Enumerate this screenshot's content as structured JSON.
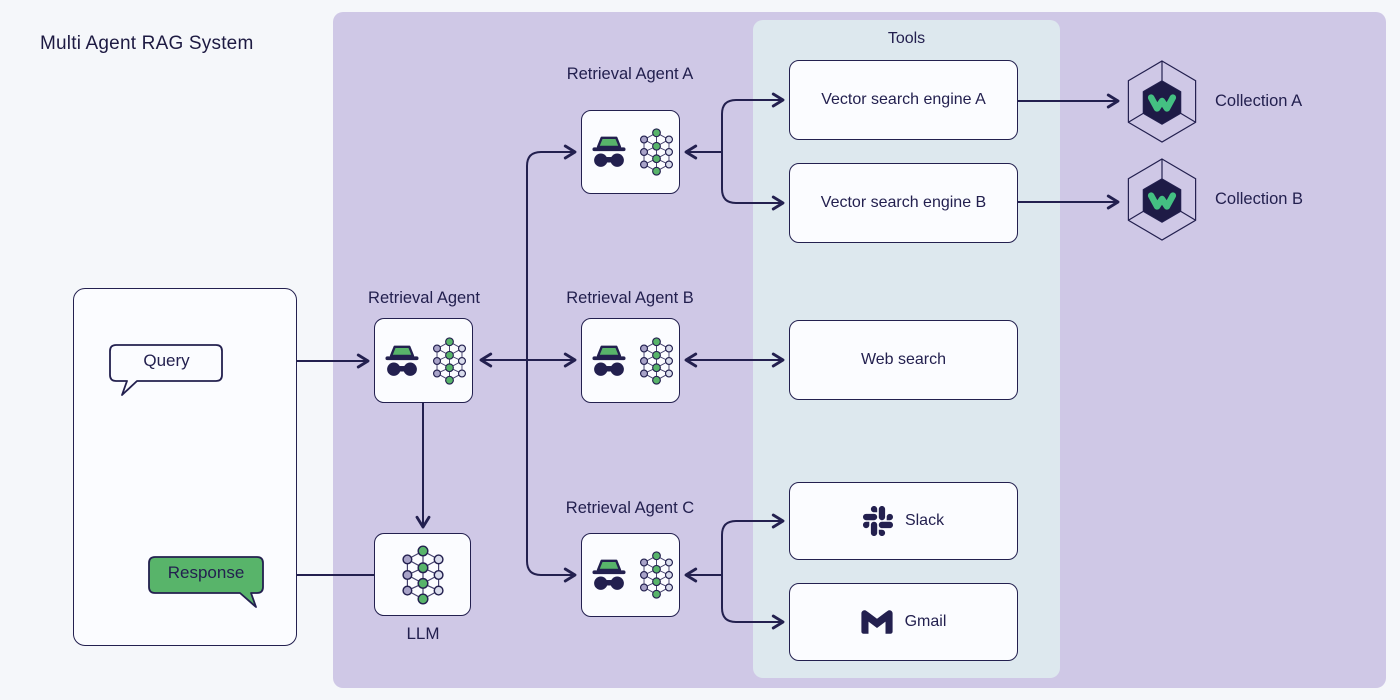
{
  "title": "Multi Agent RAG System",
  "client": {
    "query_label": "Query",
    "response_label": "Response"
  },
  "orchestrator": {
    "label": "Retrieval Agent"
  },
  "llm": {
    "label": "LLM"
  },
  "agents": [
    {
      "label": "Retrieval Agent A"
    },
    {
      "label": "Retrieval Agent B"
    },
    {
      "label": "Retrieval Agent C"
    }
  ],
  "tools": {
    "label": "Tools",
    "items": [
      "Vector search engine A",
      "Vector search engine B",
      "Web search",
      "Slack",
      "Gmail"
    ]
  },
  "collections": [
    {
      "label": "Collection A"
    },
    {
      "label": "Collection B"
    }
  ],
  "colors": {
    "navy": "#23204f",
    "green": "#58b46a",
    "weaviate_green": "#44c082",
    "agents_panel": "#cfc8e6",
    "tools_panel": "#dde8ee",
    "node_fill": "#fbfcff",
    "background": "#f5f7fa",
    "node_lavender_dark": "#a8a3c8",
    "node_lavender_light": "#d9dcec"
  },
  "icons": {
    "incognito": "incognito-agent-icon",
    "network": "neural-network-icon",
    "slack": "slack-icon",
    "gmail": "gmail-icon",
    "weaviate": "weaviate-collection-icon"
  }
}
